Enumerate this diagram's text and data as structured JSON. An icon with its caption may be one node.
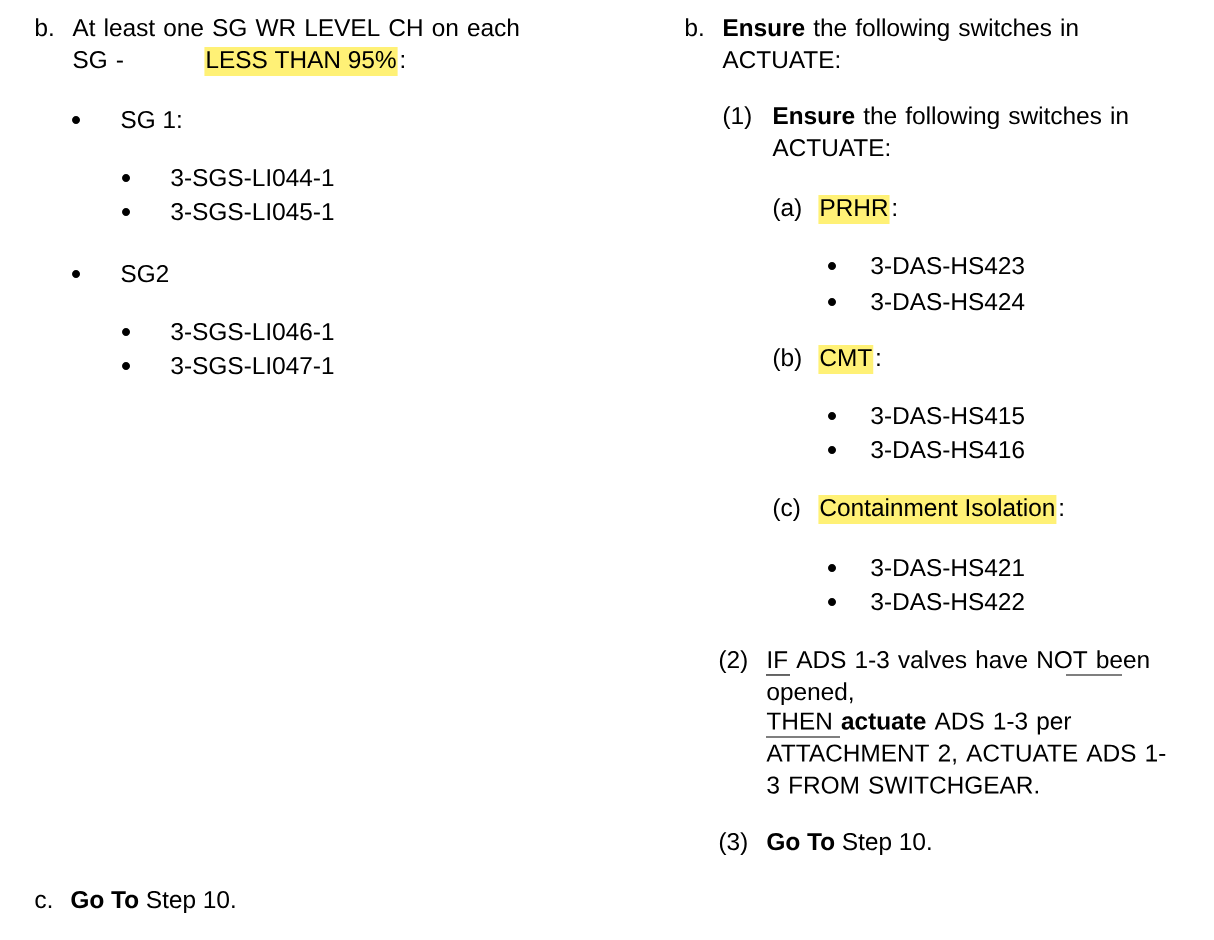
{
  "diagram": {
    "labels": [
      "b.",
      "At least one SG WR LEVEL CH on each SG -",
      "LESS THAN 95%",
      ":",
      "SG 1:",
      "3-SGS-LI044-1",
      "3-SGS-LI045-1",
      "SG2",
      "3-SGS-LI046-1",
      "3-SGS-LI047-1",
      "b.",
      "**Ensure** the following switches in ACTUATE:",
      "(1)",
      "**Ensure** the following switches in ACTUATE:",
      "(a)",
      "PRHR",
      ":",
      "3-DAS-HS423",
      "3-DAS-HS424",
      "(b)",
      "CMT",
      ":",
      "3-DAS-HS415",
      "3-DAS-HS416",
      "(c)",
      "Containment Isolation",
      ":",
      "3-DAS-HS421",
      "3-DAS-HS422",
      "(2)",
      "IF ADS 1-3 valves have NOT been opened,",
      "THEN **actuate** ADS 1-3 per ATTACHMENT 2, ACTUATE ADS 1-3 FROM SWITCHGEAR.",
      "(3)",
      "**Go To** Step 10.",
      "c.",
      "**Go To** Step 10."
    ]
  }
}
